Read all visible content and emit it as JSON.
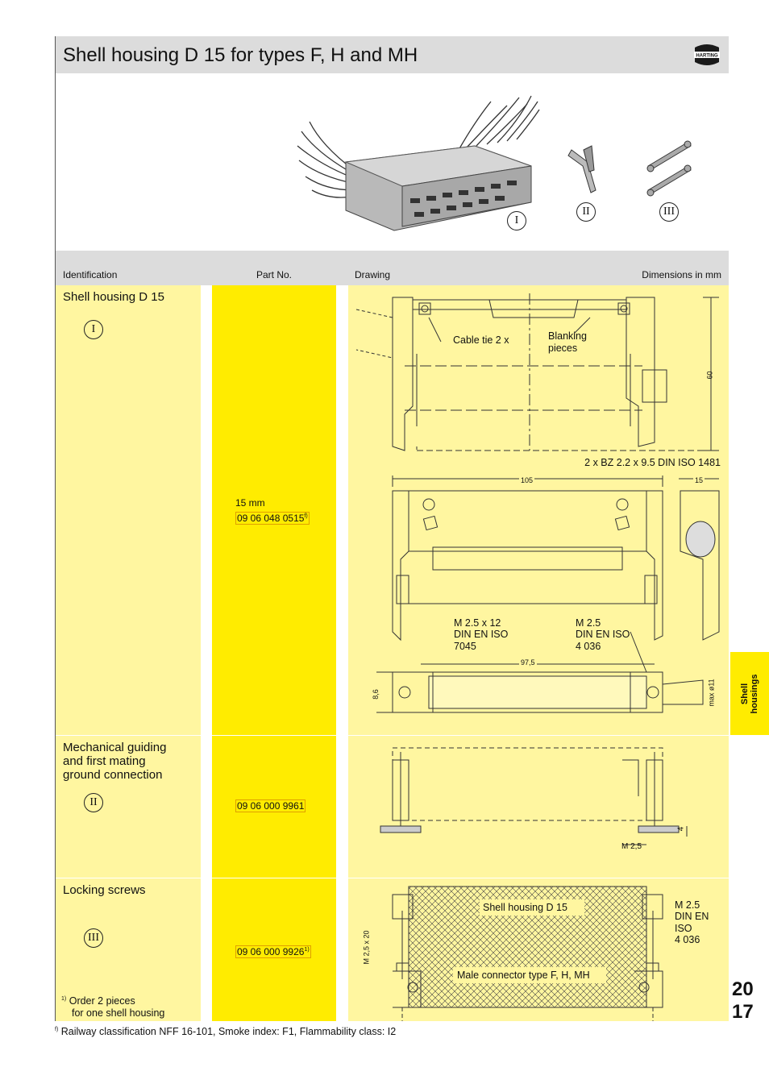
{
  "header": {
    "title": "Shell housing D 15 for types F, H and MH",
    "logo_text": "HARTING"
  },
  "photo": {
    "labels": [
      "I",
      "II",
      "III"
    ]
  },
  "columns": {
    "identification": "Identification",
    "part_no": "Part No.",
    "drawing": "Drawing",
    "dimensions": "Dimensions in mm"
  },
  "rows": [
    {
      "name": "Shell housing D 15",
      "roman": "I",
      "part_label": "15 mm",
      "part_no": "09 06 048 0515",
      "part_sup": "f)",
      "drawing": {
        "cable_tie": "Cable tie 2 x",
        "blanking_1": "Blanking",
        "blanking_2": "pieces",
        "dim_60": "60",
        "screws": "2 x BZ 2.2 x 9.5 DIN ISO 1481",
        "dim_105": "105",
        "dim_15": "15",
        "m25x12_1": "M 2.5 x 12",
        "m25x12_2": "DIN EN ISO",
        "m25x12_3": "7045",
        "m25_1": "M 2.5",
        "m25_2": "DIN EN ISO",
        "m25_3": "4 036",
        "dim_975": "97,5",
        "dim_86": "8,6",
        "dim_max11": "max ø11"
      }
    },
    {
      "name_1": "Mechanical guiding",
      "name_2": "and first mating",
      "name_3": "ground connection",
      "roman": "II",
      "part_no": "09 06 000 9961",
      "drawing": {
        "m25": "M 2,5",
        "dim_4": "4"
      }
    },
    {
      "name": "Locking screws",
      "roman": "III",
      "part_no": "09 06 000 9926",
      "part_sup": "1)",
      "note_sup": "1)",
      "note_1": "Order 2 pieces",
      "note_2": "for one shell housing",
      "drawing": {
        "shell": "Shell housing D 15",
        "male": "Male connector type F, H, MH",
        "m25_1": "M 2.5",
        "m25_2": "DIN EN",
        "m25_3": "ISO",
        "m25_4": "4 036",
        "m25x20": "M 2,5 x 20"
      }
    }
  ],
  "side_tab": {
    "line1": "Shell",
    "line2": "housings"
  },
  "page": {
    "chapter": "20",
    "number": "17"
  },
  "footnote": {
    "sup": "f)",
    "text": "Railway classification NFF 16-101, Smoke index: F1, Flammability class: I2"
  }
}
